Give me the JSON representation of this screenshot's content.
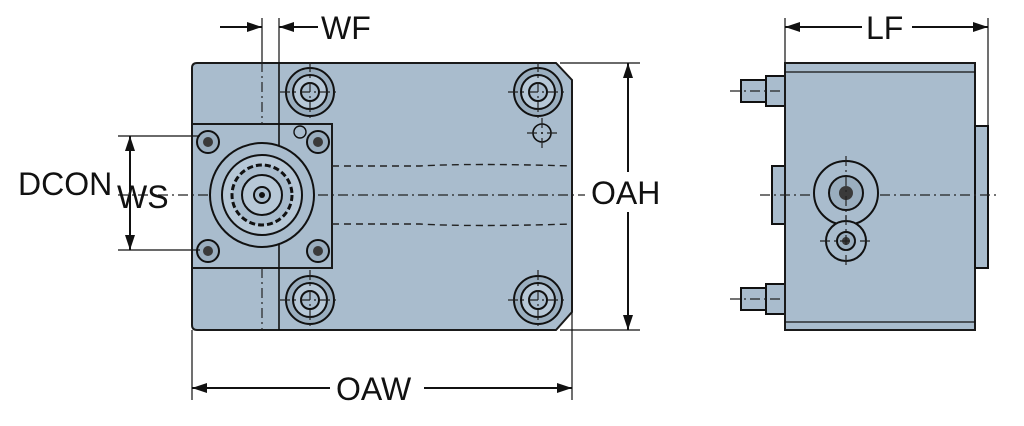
{
  "labels": {
    "wf": "WF",
    "lf": "LF",
    "dcon": "DCON",
    "ws": "WS",
    "oah": "OAH",
    "oaw": "OAW"
  },
  "colors": {
    "body": "#a9bccd",
    "outline": "#1a1a1a"
  }
}
